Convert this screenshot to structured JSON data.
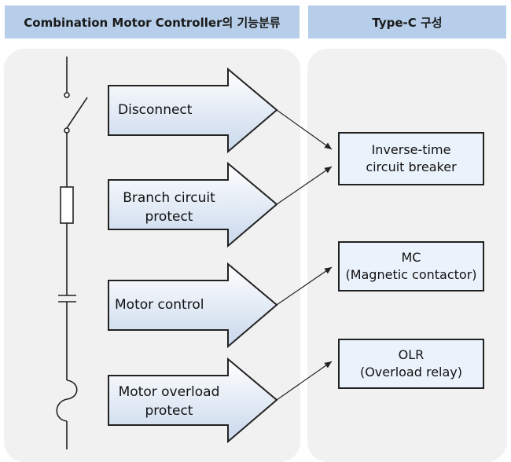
{
  "header": {
    "left_title": "Combination Motor Controller의 기능분류",
    "right_title": "Type-C 구성"
  },
  "functions": [
    {
      "label": "Disconnect"
    },
    {
      "label": "Branch circuit\nprotect"
    },
    {
      "label": "Motor control"
    },
    {
      "label": "Motor overload\nprotect"
    }
  ],
  "components": [
    {
      "label": "Inverse-time\ncircuit breaker"
    },
    {
      "label": "MC\n(Magnetic contactor)"
    },
    {
      "label": "OLR\n(Overload relay)"
    }
  ],
  "colors": {
    "header_bg": "#b6cee9",
    "panel_bg": "#f1f1f1",
    "arrow_fill_top": "#ffffff",
    "arrow_fill_bottom": "#c9d8ec",
    "box_fill": "#eaf2fb",
    "stroke": "#222222"
  },
  "icons": [
    "disconnect-switch-icon",
    "fuse-icon",
    "contactor-icon",
    "overload-relay-icon"
  ]
}
